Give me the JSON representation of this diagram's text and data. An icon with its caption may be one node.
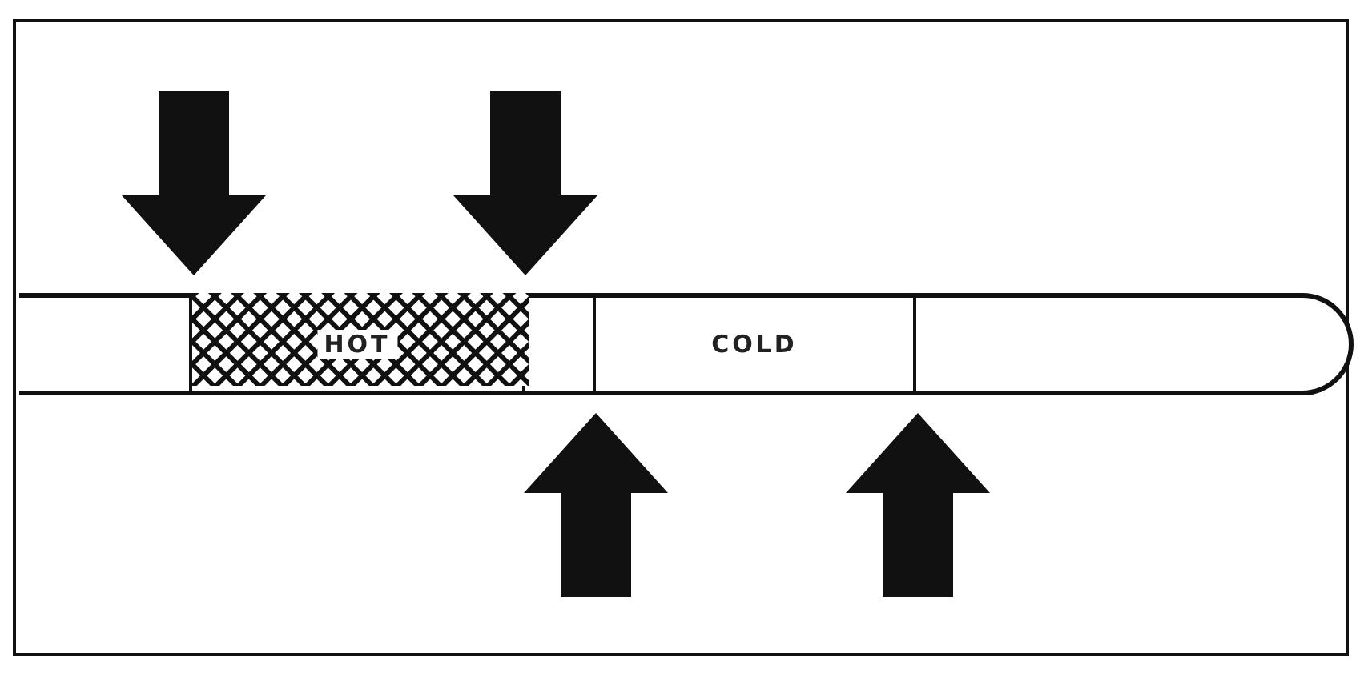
{
  "diagram": {
    "nodes": [
      {
        "text": [],
        "shape": "bar"
      },
      {
        "text": [
          "HOT"
        ],
        "in": 0
      },
      {
        "text": [
          "COLD"
        ],
        "in": 0
      }
    ]
  }
}
